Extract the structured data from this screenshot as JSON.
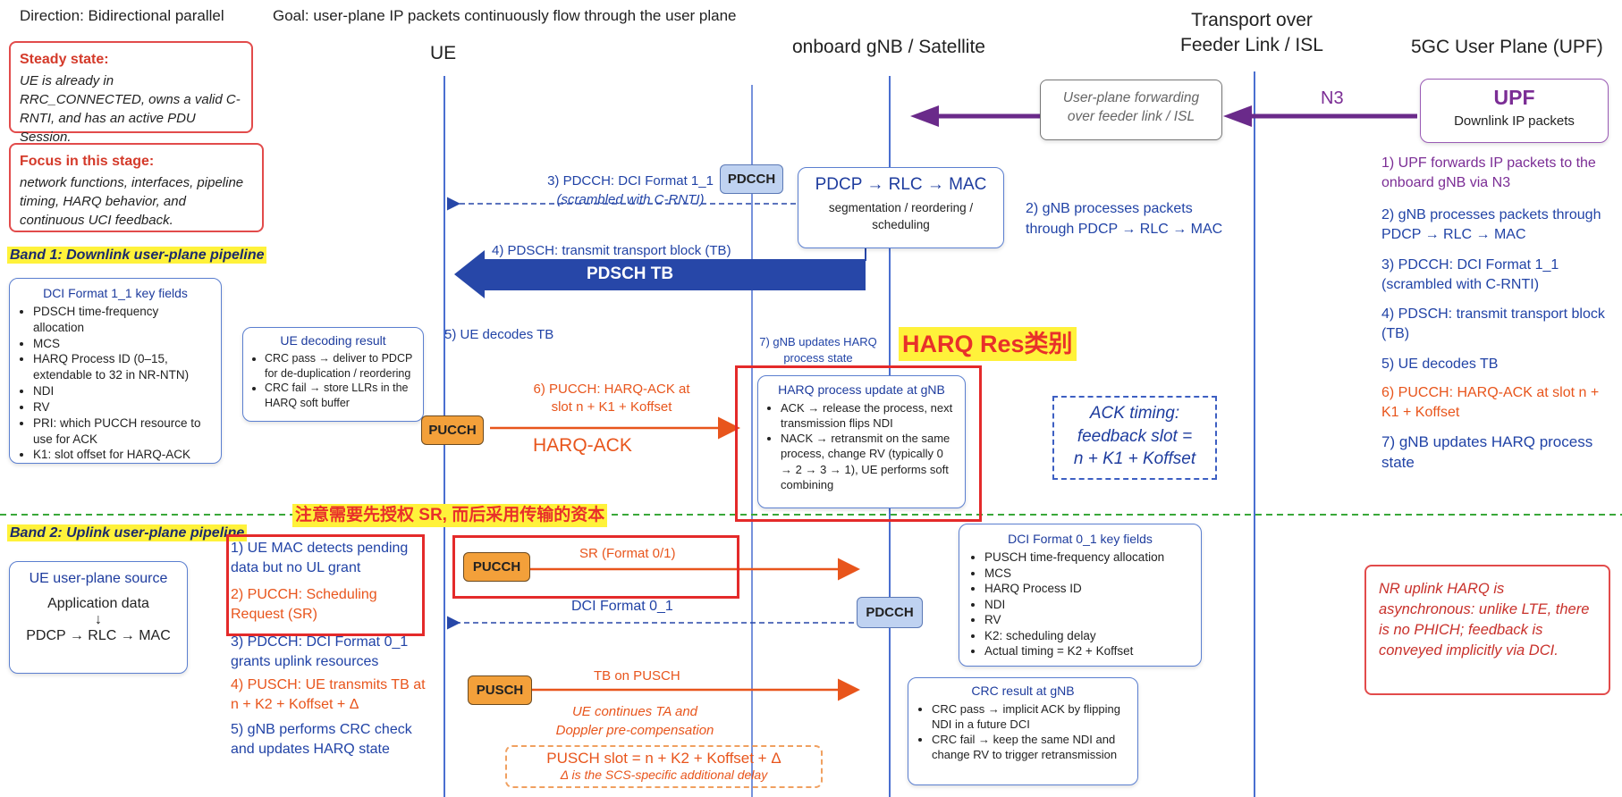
{
  "header": {
    "direction": "Direction: Bidirectional parallel",
    "goal": "Goal: user-plane IP packets continuously flow through the user plane"
  },
  "lanes": {
    "ue": "UE",
    "gnb": "onboard gNB / Satellite",
    "transport_1": "Transport over",
    "transport_2": "Feeder Link / ISL",
    "core": "5GC User Plane (UPF)"
  },
  "steady_state": {
    "title": "Steady state:",
    "text": "UE is already in RRC_CONNECTED, owns a valid C-RNTI, and has an active PDU Session."
  },
  "focus": {
    "title": "Focus in this stage:",
    "text": "network functions, interfaces, pipeline timing, HARQ behavior, and continuous UCI feedback."
  },
  "band1": {
    "label": "Band 1: Downlink user-plane pipeline"
  },
  "band2": {
    "label": "Band 2: Uplink user-plane pipeline"
  },
  "dci11": {
    "title": "DCI Format 1_1 key fields",
    "items": [
      "PDSCH time-frequency allocation",
      "MCS",
      "HARQ Process ID (0–15, extendable to 32 in NR-NTN)",
      "NDI",
      "RV",
      "PRI: which PUCCH resource to use for ACK",
      "K1: slot offset for HARQ-ACK"
    ]
  },
  "ue_decoding": {
    "title": "UE decoding result",
    "items": [
      "CRC pass → deliver to PDCP for de-duplication / reordering",
      "CRC fail → store LLRs in the HARQ soft buffer"
    ]
  },
  "transport_box": {
    "line1": "User-plane forwarding",
    "line2": "over feeder link / ISL"
  },
  "n3": "N3",
  "upf": {
    "title": "UPF",
    "sub": "Downlink IP packets"
  },
  "upf_steps": [
    "1)  UPF forwards IP packets to the onboard gNB via N3",
    "2)  gNB processes packets through PDCP → RLC → MAC",
    "3)  PDCCH: DCI Format 1_1 (scrambled with C-RNTI)",
    "4)  PDSCH: transmit transport block (TB)",
    "5)  UE decodes TB",
    "6)  PUCCH: HARQ-ACK at slot n + K1 + Koffset",
    "7)  gNB updates HARQ process state"
  ],
  "pdcch_msg": {
    "line1": "3) PDCCH: DCI Format 1_1",
    "line2": "(scrambled with C-RNTI)"
  },
  "pdcch_label": "PDCCH",
  "gnb_proc": {
    "title": "PDCP → RLC → MAC",
    "sub": "segmentation / reordering / scheduling"
  },
  "gnb_proc_step": {
    "line1": "2) gNB processes packets",
    "line2": "through PDCP → RLC → MAC"
  },
  "pdsch_msg": "4) PDSCH: transmit transport block (TB)",
  "pdsch_tb": "PDSCH TB",
  "ue_decodes": "5) UE decodes TB",
  "gnb_updates": {
    "line1": "7) gNB updates HARQ",
    "line2": "process state"
  },
  "harq_annot": "HARQ Res类别",
  "harq_update": {
    "title": "HARQ process update at gNB",
    "items": [
      "ACK → release the process, next transmission flips NDI",
      "NACK → retransmit on the same process, change RV (typically 0 → 2 → 3 → 1), UE performs soft combining"
    ]
  },
  "pucch_label": "PUCCH",
  "pucch_msg": {
    "line1": "6) PUCCH: HARQ-ACK at",
    "line2": "slot n + K1 + Koffset"
  },
  "harq_ack": "HARQ-ACK",
  "ack_timing": {
    "line1": "ACK timing:",
    "line2": "feedback slot =",
    "line3": "n + K1 + Koffset"
  },
  "sr_annot": "注意需要先授权 SR, 而后采用传输的资本",
  "ul_steps": [
    {
      "text": "1)  UE MAC detects pending data but no UL grant",
      "color": "blue"
    },
    {
      "text": "2)  PUCCH: Scheduling Request (SR)",
      "color": "orange"
    },
    {
      "text": "3)  PDCCH: DCI Format 0_1 grants uplink resources",
      "color": "blue"
    },
    {
      "text": "4)  PUSCH: UE transmits TB at n + K2 + Koffset + Δ",
      "color": "orange"
    },
    {
      "text": "5)  gNB performs CRC check and updates HARQ state",
      "color": "blue"
    }
  ],
  "ue_source": {
    "title": "UE user-plane source",
    "app": "Application data",
    "arrow": "↓",
    "stack": "PDCP → RLC → MAC"
  },
  "sr_msg": "SR (Format 0/1)",
  "dci01_msg": "DCI Format 0_1",
  "pusch_label": "PUSCH",
  "tb_pusch": "TB on PUSCH",
  "ta_msg": {
    "line1": "UE continues TA and",
    "line2": "Doppler pre-compensation"
  },
  "pusch_slot": {
    "line1": "PUSCH slot = n + K2 + Koffset + Δ",
    "line2": "Δ is the SCS-specific additional delay"
  },
  "dci01": {
    "title": "DCI Format 0_1 key fields",
    "items": [
      "PUSCH time-frequency allocation",
      "MCS",
      "HARQ Process ID",
      "NDI",
      "RV",
      "K2: scheduling delay",
      "Actual timing = K2 + Koffset"
    ]
  },
  "crc_result": {
    "title": "CRC result at gNB",
    "items": [
      "CRC pass → implicit ACK by flipping NDI in a future DCI",
      "CRC fail → keep the same NDI and change RV to trigger retransmission"
    ]
  },
  "nr_harq": {
    "text": "NR uplink HARQ is asynchronous: unlike LTE, there is no PHICH; feedback is conveyed implicitly via DCI."
  },
  "colors": {
    "blue": "#2143a6",
    "orange": "#e8551c",
    "purple": "#7b2d95",
    "red": "#d43a2a",
    "arrow_blue": "#2747a8",
    "arrow_purple": "#6a2a8a",
    "band_divider": "#3aa83a"
  }
}
